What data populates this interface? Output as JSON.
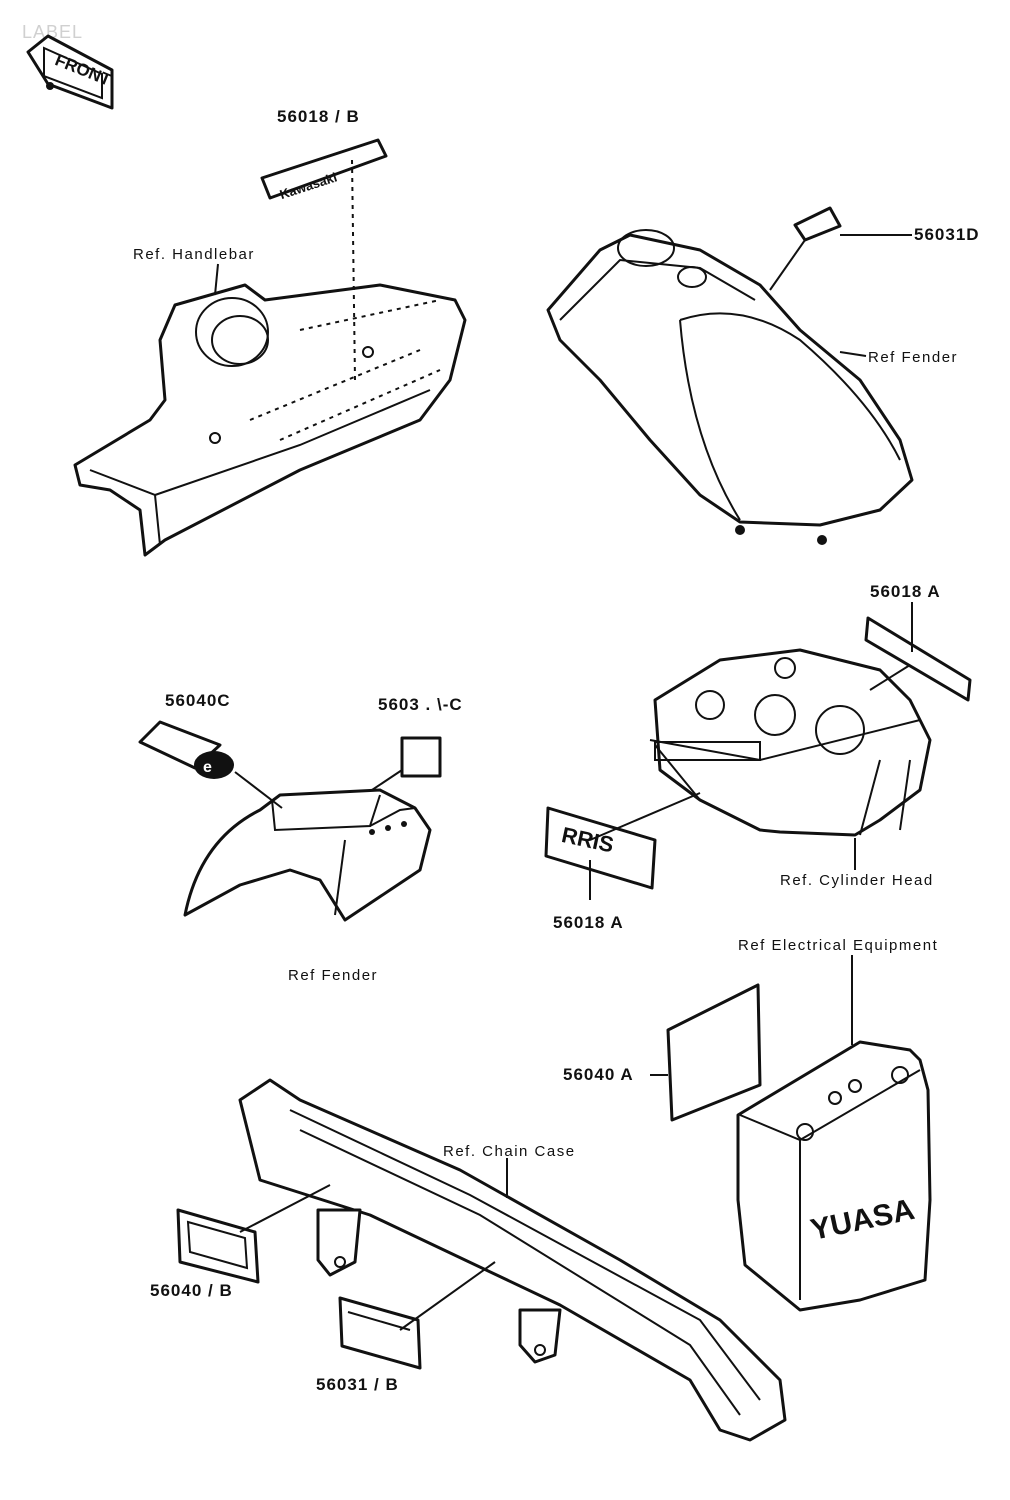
{
  "watermark": "LABEL",
  "front_badge": "FRONT",
  "labels": {
    "p_56018_b": "56018 / B",
    "p_56031d": "56031D",
    "p_56018a_top": "56018 A",
    "p_56040c": "56040C",
    "p_5603x_c": "5603 . \\-C",
    "p_56018a_bottom": "56018 A",
    "p_56040a": "56040 A",
    "p_56040_b": "56040 / B",
    "p_56031_b": "56031 / B",
    "ref_handlebar": "Ref.  Handlebar",
    "ref_fender_top": "Ref  Fender",
    "ref_fender_bottom": "Ref  Fender",
    "ref_cylinder_head": "Ref.  Cylinder  Head",
    "ref_electrical": "Ref  Electrical  Equipment",
    "ref_chain_case": "Ref.  Chain  Case"
  },
  "decal_text": {
    "cylinder_head_label": "RRIS",
    "battery_brand": "YUASA"
  }
}
